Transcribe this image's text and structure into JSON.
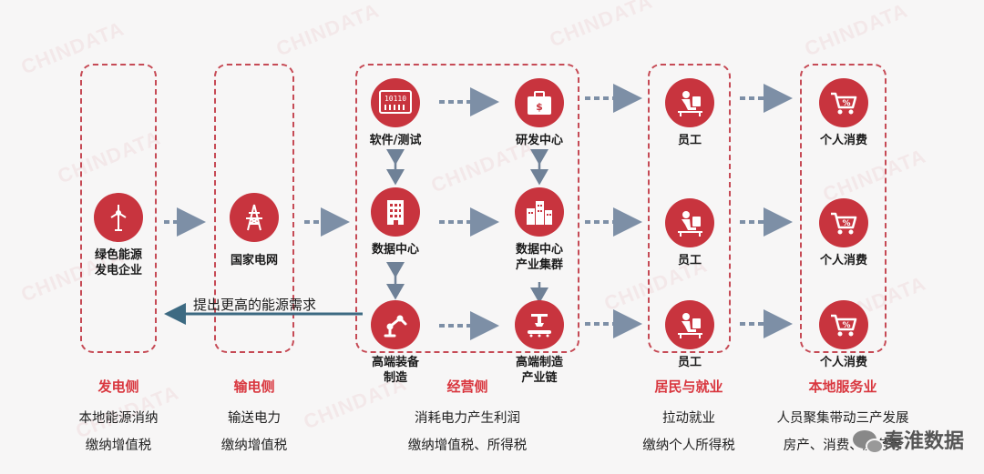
{
  "watermark": "CHINDATA",
  "nodes": {
    "green_energy": {
      "label_l1": "绿色能源",
      "label_l2": "发电企业"
    },
    "state_grid": {
      "label": "国家电网"
    },
    "software_test": {
      "label": "软件/测试"
    },
    "rd_center": {
      "label": "研发中心"
    },
    "data_center": {
      "label": "数据中心"
    },
    "dc_cluster": {
      "label_l1": "数据中心",
      "label_l2": "产业集群"
    },
    "hi_equipment": {
      "label_l1": "高端装备",
      "label_l2": "制造"
    },
    "hi_manufacturing": {
      "label_l1": "高端制造",
      "label_l2": "产业链"
    },
    "employee_1": {
      "label": "员工"
    },
    "employee_2": {
      "label": "员工"
    },
    "employee_3": {
      "label": "员工"
    },
    "consume_1": {
      "label": "个人消费"
    },
    "consume_2": {
      "label": "个人消费"
    },
    "consume_3": {
      "label": "个人消费"
    }
  },
  "feedback_label": "提出更高的能源需求",
  "columns": [
    {
      "category": "发电侧",
      "desc_l1": "本地能源消纳",
      "desc_l2": "缴纳增值税"
    },
    {
      "category": "输电侧",
      "desc_l1": "输送电力",
      "desc_l2": "缴纳增值税"
    },
    {
      "category": "经营侧",
      "desc_l1": "消耗电力产生利润",
      "desc_l2": "缴纳增值税、所得税"
    },
    {
      "category": "居民与就业",
      "desc_l1": "拉动就业",
      "desc_l2": "缴纳个人所得税"
    },
    {
      "category": "本地服务业",
      "desc_l1": "人员聚集带动三产发展",
      "desc_l2": "房产、消费、服务等"
    }
  ],
  "brand": "秦淮数据",
  "colors": {
    "accent": "#c8343e",
    "dashed_border": "#c64a55",
    "arrow": "#7d8fa6",
    "feedback_arrow": "#3d6a82"
  }
}
